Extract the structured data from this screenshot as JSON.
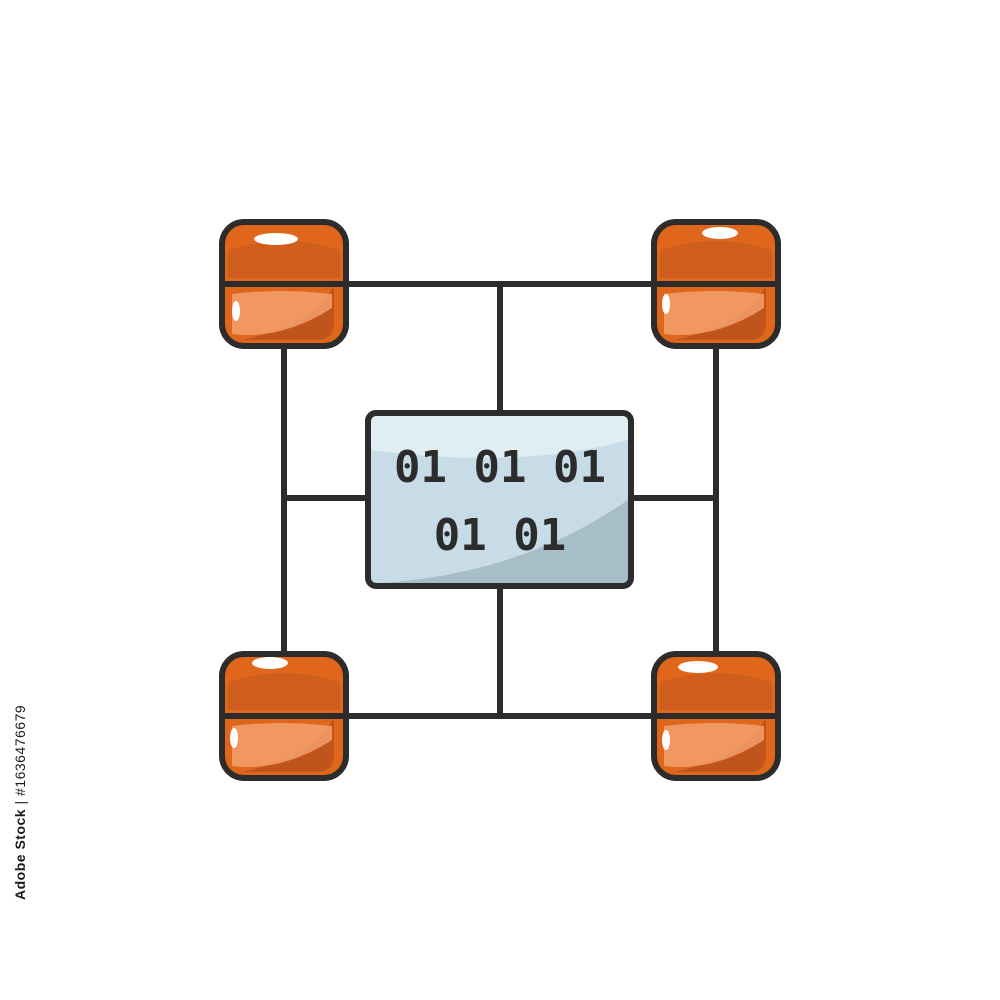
{
  "diagram": {
    "center": {
      "lines": [
        "01 01 01",
        "01 01"
      ]
    },
    "nodes": [
      {
        "id": "top-left"
      },
      {
        "id": "top-right"
      },
      {
        "id": "bottom-left"
      },
      {
        "id": "bottom-right"
      }
    ]
  },
  "watermark": {
    "brand": "Adobe Stock",
    "separator": " | ",
    "id": "#1636476679"
  },
  "colors": {
    "line": "#2c2c2c",
    "node_orange": "#e0661c",
    "node_dark": "#b8521a",
    "node_light": "#f2a06f",
    "panel_fill": "#c7dce6",
    "panel_shadow": "#a3b9c4",
    "panel_light": "#e2eef3"
  }
}
